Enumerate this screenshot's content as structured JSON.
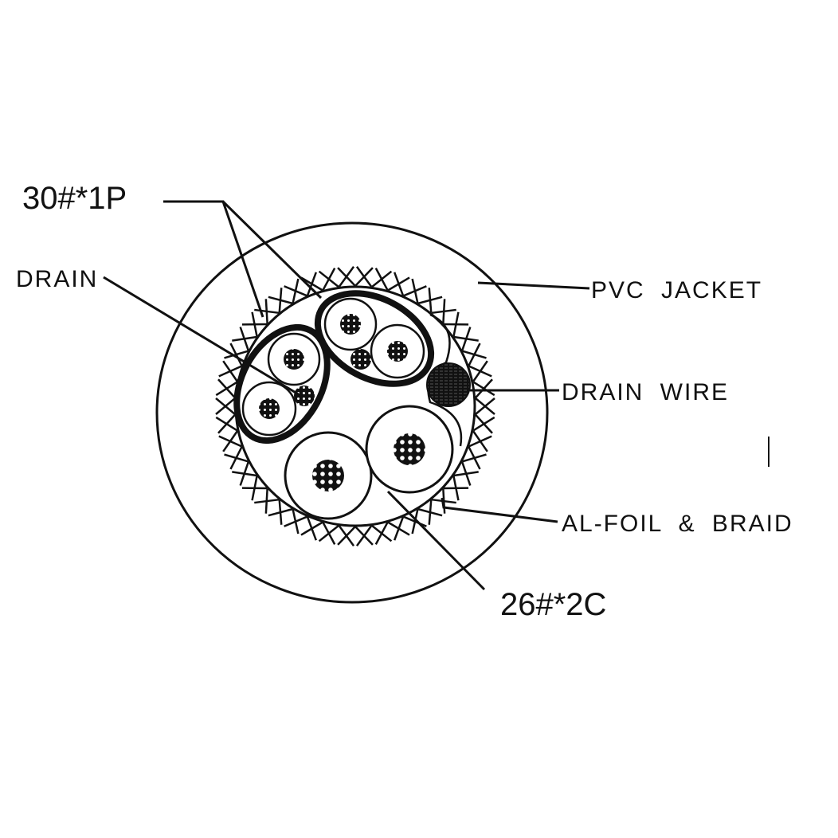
{
  "labels": {
    "pair": "30#*1P",
    "drain": "DRAIN",
    "jacket": "PVC JACKET",
    "drain_wire": "DRAIN WIRE",
    "shield": "AL-FOIL & BRAID",
    "conductors": "26#*2C"
  },
  "colors": {
    "line": "#111111",
    "background": "#ffffff"
  }
}
